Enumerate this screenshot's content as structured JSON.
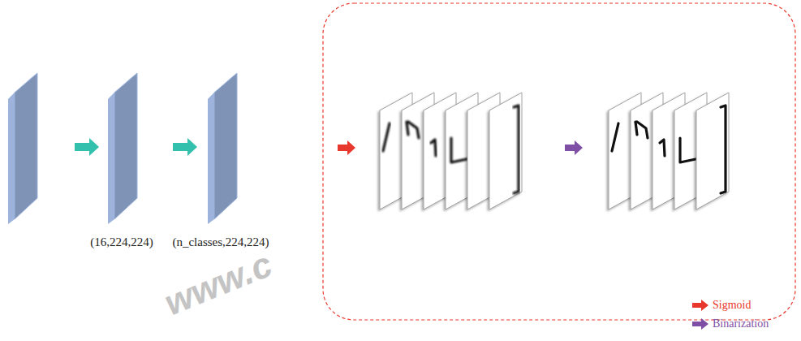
{
  "diagram": {
    "labels": [
      "(16,224,224)",
      "(n_classes,224,224)",
      "www.c"
    ],
    "legend": [
      {
        "text": "Sigmoid",
        "color": "#e8372c"
      },
      {
        "text": "Binarization",
        "color": "#7f4fa6"
      }
    ]
  }
}
